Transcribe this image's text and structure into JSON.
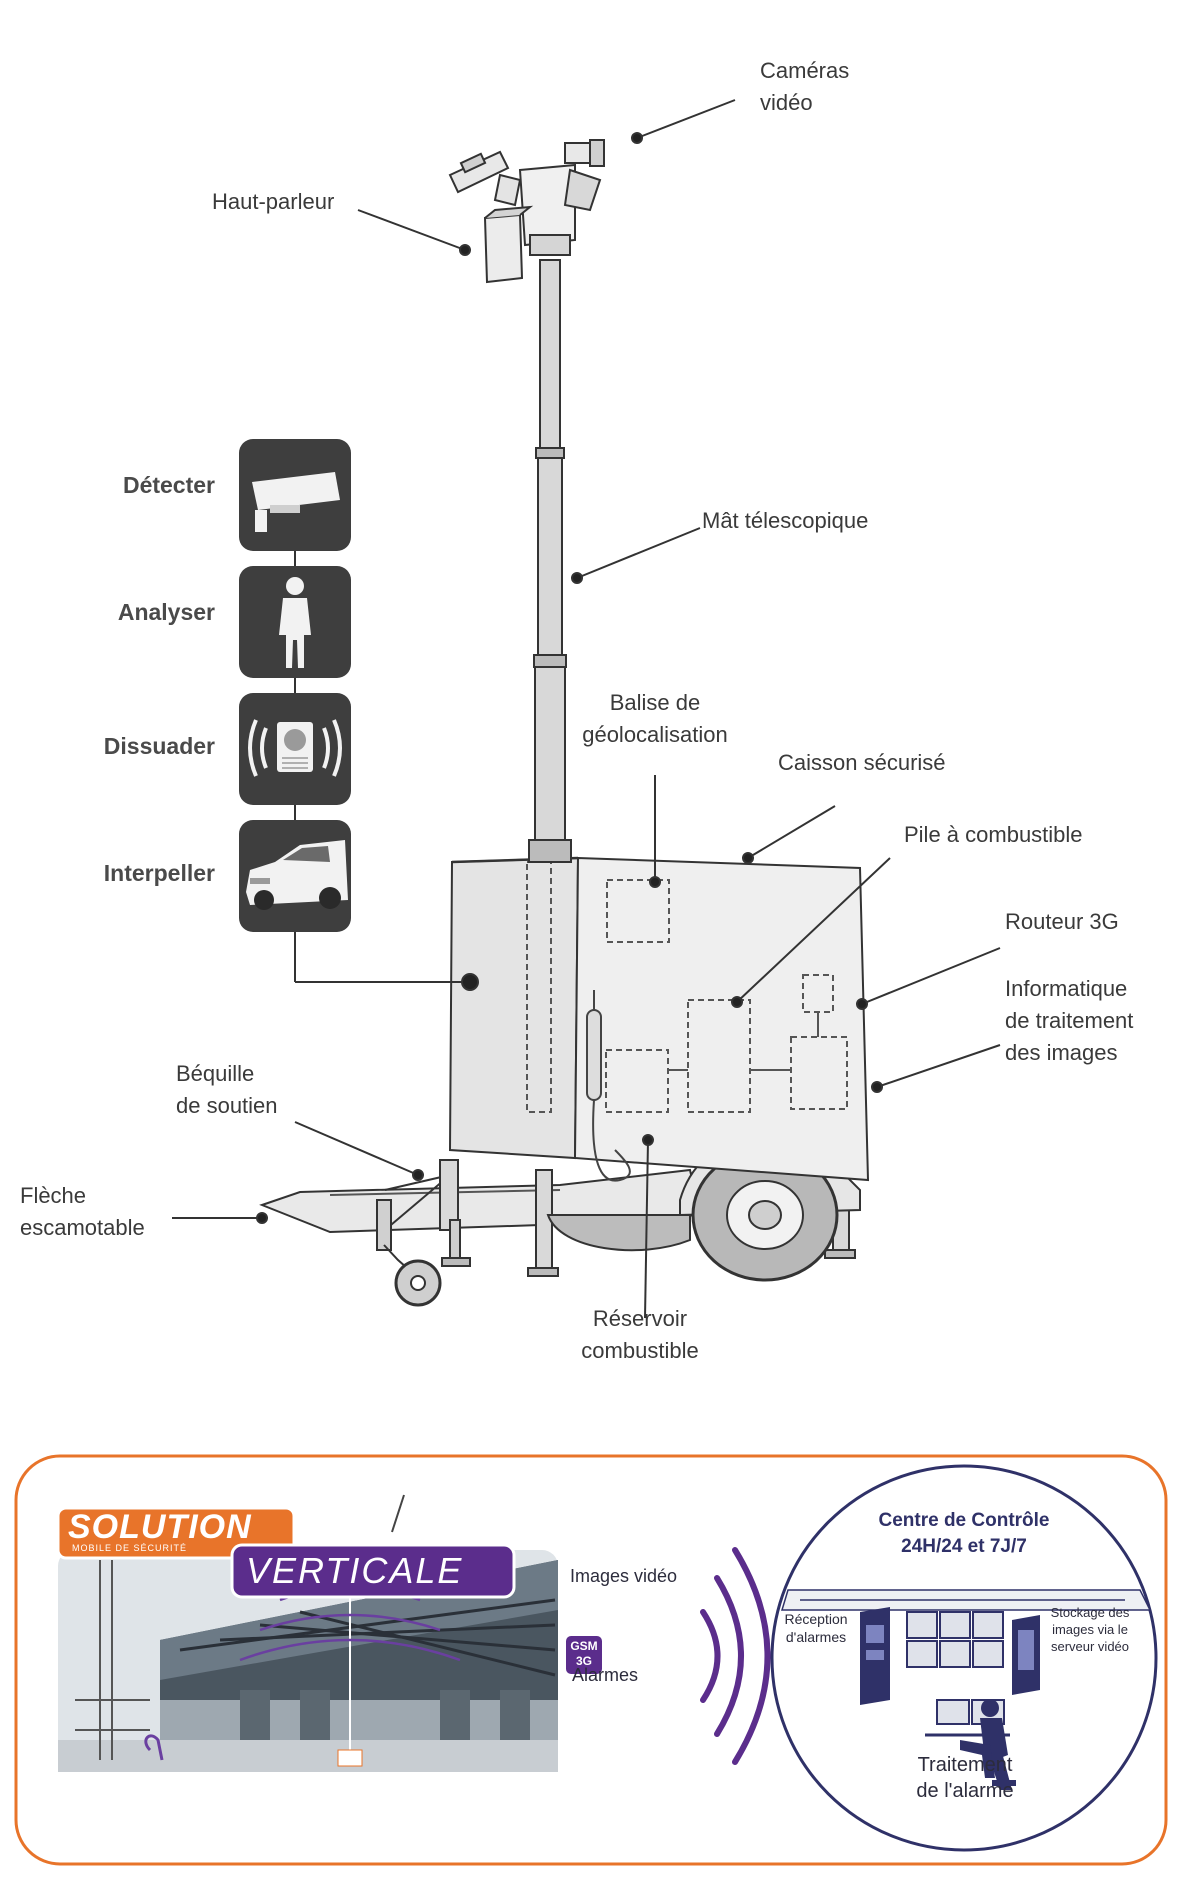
{
  "diagram": {
    "components": {
      "cameras": "Caméras\nvidéo",
      "speaker": "Haut-parleur",
      "mast": "Mât télescopique",
      "beacon": "Balise de\ngéolocalisation",
      "case": "Caisson sécurisé",
      "fuel_cell": "Pile à combustible",
      "router": "Routeur 3G",
      "computing": "Informatique\nde traitement\ndes images",
      "support_leg": "Béquille\nde soutien",
      "drawbar": "Flèche\nescamotable",
      "fuel_tank": "Réservoir\ncombustible"
    },
    "steps": [
      {
        "label": "Détecter",
        "icon": "camera-icon"
      },
      {
        "label": "Analyser",
        "icon": "person-icon"
      },
      {
        "label": "Dissuader",
        "icon": "speaker-icon"
      },
      {
        "label": "Interpeller",
        "icon": "car-icon"
      }
    ]
  },
  "bottom_panel": {
    "logo_top": "SOLUTION",
    "logo_sub": "MOBILE DE SÉCURITÉ",
    "logo_main": "VERTICALE",
    "images_label": "Images vidéo",
    "gsm_line1": "GSM",
    "gsm_line2": "3G",
    "alarms_label": "Alarmes",
    "control_center_title": "Centre de Contrôle\n24H/24 et 7J/7",
    "reception_label": "Réception\nd'alarmes",
    "storage_label": "Stockage des\nimages via le\nserveur vidéo",
    "treatment_label": "Traitement\nde l'alarme"
  },
  "colors": {
    "frame": "#e8742a",
    "purple": "#5b2d8c",
    "orange": "#e8742a",
    "navy": "#2f3168",
    "icon_tile": "#3e3e3e"
  }
}
